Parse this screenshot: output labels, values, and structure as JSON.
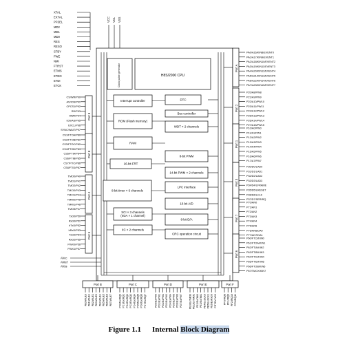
{
  "figure": {
    "number": "Figure 1.1",
    "title_part1": "Internal ",
    "title_part2": "Block Diagram"
  },
  "left_pins": [
    "XTAL",
    "EXTAL",
    "PFSEL",
    "MD2",
    "MD1",
    "MD0",
    "RES",
    "RESO",
    "STBY",
    "FWE",
    "NMI",
    "FTRST",
    "ETMS",
    "ETDO",
    "ETDI",
    "ETCK"
  ],
  "power_pins": [
    "VCC",
    "VCL",
    "VSS"
  ],
  "blocks": {
    "cpu": "H8S/2000 CPU",
    "cpu_side": "Clock pulse generator",
    "interrupt": "Interrupt controller",
    "dtc": "DTC",
    "bus": "Bus controller",
    "rom": "ROM (Flash memory)",
    "ram": "RAM",
    "frt": "16-bit FRT",
    "timer": "8-bit timer × 6 channels",
    "sci": "SCI × 3 channels (IrDA × 1 channel)",
    "iic": "IIC × 2 channels",
    "wdt": "WDT × 2 channels",
    "pwm": "8-bit PWM",
    "pwmx": "14-bit PWM × 2 channels",
    "lpc": "LPC interface",
    "ad": "10-bit A/D",
    "da": "8-bit D/A",
    "crc": "CRC operation circuit"
  },
  "left_ports": [
    {
      "label": "Port 9",
      "pins": [
        "CS/WR/P90",
        "AS/IOS/P91",
        "CPCS1/P92",
        "RD/P93",
        "HWR/P94",
        "IOS/AS/P95",
        "EXCL/P96",
        "SYNC/WAIT/P97"
      ]
    },
    {
      "label": "Port 8",
      "pins": [
        "CS1/FTOA/P80",
        "CS2/FTOB/P81",
        "CS3/FTOC/P82",
        "CS4/FTOD/P83",
        "CS5/FTIA/P84",
        "CS6/FTIB/P85",
        "CS7/FTIC/P86",
        "CS8/FTID/P87"
      ]
    },
    {
      "label": "Port 4",
      "pins": [
        "TMO0/P40",
        "TMO1/P41",
        "TMO2/P42",
        "TMCI0/P43",
        "TMCI1/P44",
        "TMRI0/P45",
        "TMRI1/P46",
        "TMO3/P47"
      ]
    },
    {
      "label": "Port 5",
      "pins": [
        "TxD0/P50",
        "RxD0/P51",
        "IrTxD/P52",
        "IrRxD/P53",
        "TxD2/P54",
        "RxD2/P55",
        "PWX0/P56",
        "PWX1/P57"
      ]
    }
  ],
  "analog_pins": [
    "AVcc",
    "AVref",
    "AVss"
  ],
  "right_ports": [
    {
      "label": "Port A",
      "pins": [
        "PA0/A16/KIN8/EVENT0",
        "PA1/A17/KIN9/EVENT1",
        "PA2/A18/KIN10/EVENT2",
        "PA3/A19/KIN11/EVENT3",
        "PA4/A20/KIN12/EVENT4",
        "PA5/A21/KIN13/EVENT5",
        "PA6/A22/KIN14/EVENT6",
        "PA7/A23/KIN15/EVENT7"
      ]
    },
    {
      "label": "Port 2",
      "pins": [
        "P20/A8/PW8",
        "P21/A9/PW9",
        "P22/A10/PW10",
        "P23/A11/PW11",
        "P24/A12/PW12",
        "P25/A13/PW13",
        "P26/A14/PW14",
        "P27/A15/PW15"
      ]
    },
    {
      "label": "Port 1",
      "pins": [
        "P10/A0/PW0",
        "P11/A1/PW1",
        "P12/A2/PW2",
        "P13/A3/PW3",
        "P14/A4/PW4",
        "P15/A5/PW5",
        "P16/A6/PW6",
        "P17/A7/PW7"
      ]
    },
    {
      "label": "Port 3",
      "pins": [
        "P30/D0/LAD0",
        "P31/D1/LAD1",
        "P32/D2/LAD2",
        "P33/D3/LAD3",
        "P34/D4/LFRAME",
        "P35/D5/LRESET",
        "P36/D6/LCLK",
        "P37/D7/SERIRQ"
      ]
    },
    {
      "label": "Port 7",
      "pins": [
        "P70/AN0",
        "P71/AN1",
        "P72/AN2",
        "P73/AN3",
        "P74/AN4",
        "P75/AN5",
        "P76/AN6/DA0",
        "P77/AN7/DA1"
      ]
    },
    {
      "label": "Port 6",
      "pins": [
        "P60/FTCI/KIN0",
        "P61/FTOA/KIN1",
        "P62/FTIA/KIN2",
        "P63/FTIB/KIN3",
        "P64/FTIC/KIN4",
        "P65/FTID/KIN5",
        "P66/FTOB/KIN6",
        "P67/TMOX/KIN7"
      ]
    }
  ],
  "bottom_ports": [
    {
      "label": "Port B",
      "pins": [
        "PB0/WUE0",
        "PB1/WUE1",
        "PB2/WUE2",
        "PB3/WUE3",
        "PB4/WUE4",
        "PB5/WUE5",
        "PB6/WUE6",
        "PB7/WUE7"
      ]
    },
    {
      "label": "Port C",
      "pins": [
        "PC0/ExIRQ0",
        "PC1/ExIRQ1",
        "PC2/ExIRQ2",
        "PC3/ExIRQ3",
        "PC4/ExIRQ4",
        "PC5/ExIRQ5",
        "PC6/ExIRQ6",
        "PC7/ExIRQ7"
      ]
    },
    {
      "label": "Port D",
      "pins": [
        "PD0/ExPW0",
        "PD1/ExPW1",
        "PD2/ExPW2",
        "PD3/ExPW3",
        "PD4/ExPW4",
        "PD5/ExPW5",
        "PD6/ExPW6",
        "PD7/ExPW7"
      ]
    },
    {
      "label": "Port E",
      "pins": [
        "PE0/ExTMO0",
        "PE1/ExTMO1",
        "PE2/ExTMI0",
        "PE3/ExTMI1",
        "PE4/ExSCK0",
        "PE5/ExSCK1",
        "PE6/ExRxD0",
        "PE7/ExTxD0"
      ]
    },
    {
      "label": "Port F",
      "pins": [
        "PF0/IRQ8",
        "PF1/IRQ9",
        "PF2/IRQ10",
        "PF3/IRQ11"
      ]
    }
  ]
}
